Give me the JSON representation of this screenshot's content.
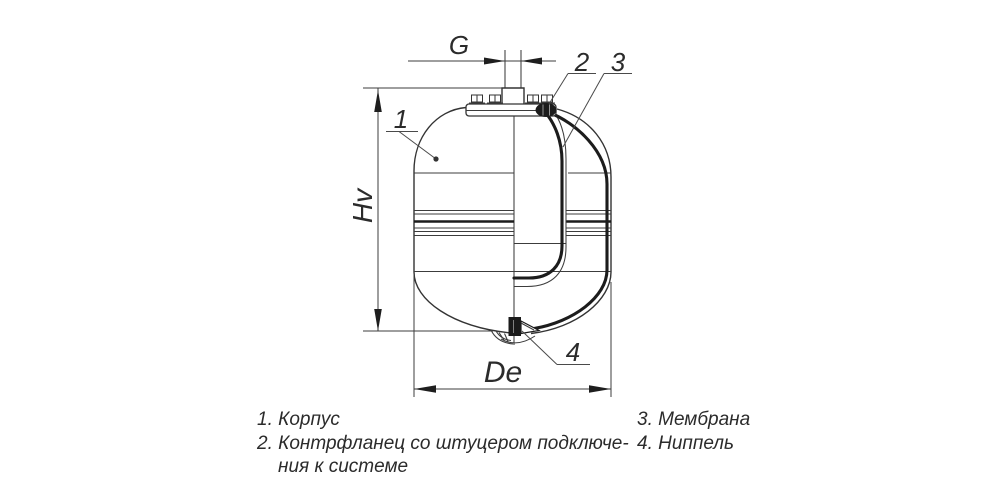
{
  "dimensions": {
    "g_label": "G",
    "hv_label": "Hv",
    "de_label": "De"
  },
  "callouts": {
    "c1": "1",
    "c2": "2",
    "c3": "3",
    "c4": "4"
  },
  "legend": {
    "item_1": "1. Корпус",
    "item_2_line_1": "2. Контрфланец со штуцером подключе-",
    "item_2_line_2": "ния к системе",
    "item_3": "3. Мембрана",
    "item_4": "4. Ниппель"
  },
  "colors": {
    "background": "#ffffff",
    "line": "#3c3c3c",
    "membrane": "#1c1c1c",
    "text": "#2b2b2b"
  }
}
